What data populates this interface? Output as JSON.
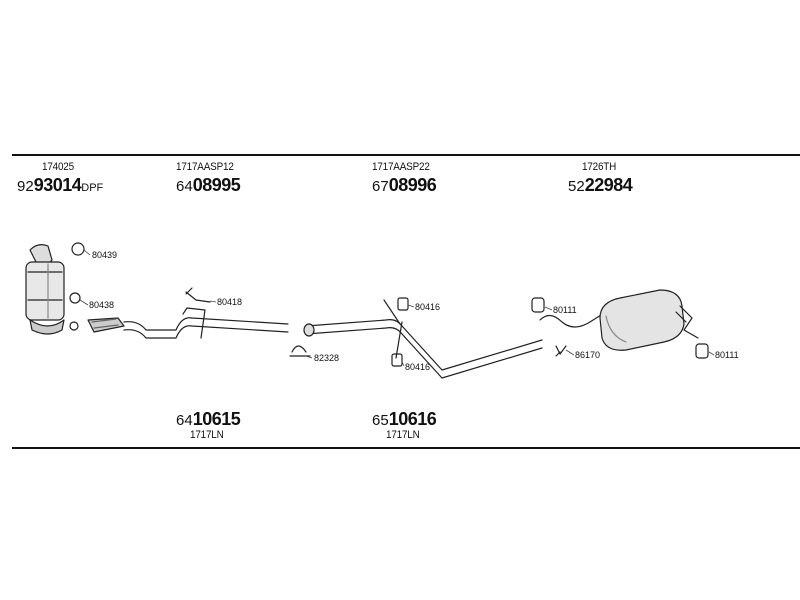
{
  "parts": [
    {
      "oem": "174025",
      "prefix": "92",
      "main": "93014",
      "suffix": "DPF"
    },
    {
      "oem": "1717AASP12",
      "prefix": "64",
      "main": "08995",
      "suffix": ""
    },
    {
      "oem": "1717AASP22",
      "prefix": "67",
      "main": "08996",
      "suffix": ""
    },
    {
      "oem": "1726TH",
      "prefix": "52",
      "main": "22984",
      "suffix": ""
    },
    {
      "oem": "1717LN",
      "prefix": "64",
      "main": "10615",
      "suffix": ""
    },
    {
      "oem": "1717LN",
      "prefix": "65",
      "main": "10616",
      "suffix": ""
    }
  ],
  "accessories": [
    "80439",
    "80438",
    "80418",
    "82328",
    "80416",
    "80416",
    "80111",
    "86170",
    "80111"
  ]
}
